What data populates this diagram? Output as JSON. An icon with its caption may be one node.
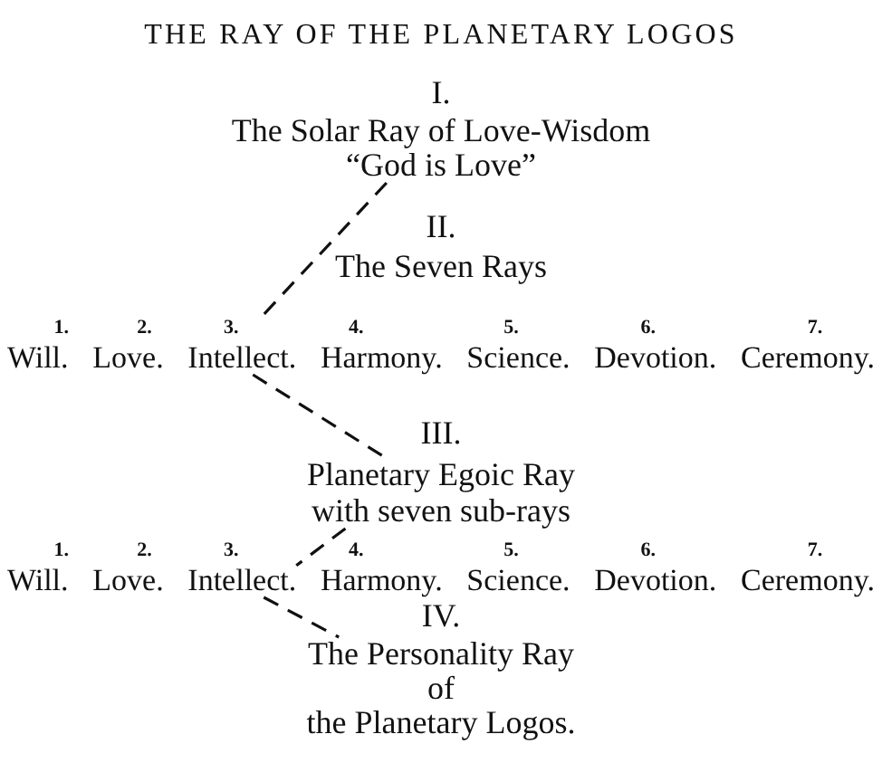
{
  "diagram": {
    "title": "THE RAY OF THE PLANETARY LOGOS",
    "nodes": [
      {
        "text": [
          "The Solar Ray of Love-Wisdom",
          "“God is Love”"
        ],
        "beside": [
          "I."
        ]
      },
      {
        "text": [
          "The Seven Rays"
        ],
        "beside": [
          "II."
        ]
      },
      {
        "text": [
          "1.",
          "Will."
        ]
      },
      {
        "text": [
          "2.",
          "Love."
        ]
      },
      {
        "text": [
          "3.",
          "Intellect."
        ]
      },
      {
        "text": [
          "4.",
          "Harmony."
        ]
      },
      {
        "text": [
          "5.",
          "Science."
        ]
      },
      {
        "text": [
          "6.",
          "Devotion."
        ]
      },
      {
        "text": [
          "7.",
          "Ceremony."
        ]
      },
      {
        "text": [
          "Planetary Egoic Ray with seven sub-rays"
        ],
        "beside": [
          "III."
        ]
      },
      {
        "text": [
          "1.",
          "Will."
        ]
      },
      {
        "text": [
          "2.",
          "Love."
        ]
      },
      {
        "text": [
          "3.",
          "Intellect."
        ]
      },
      {
        "text": [
          "4.",
          "Harmony."
        ]
      },
      {
        "text": [
          "5.",
          "Science."
        ]
      },
      {
        "text": [
          "6.",
          "Devotion."
        ]
      },
      {
        "text": [
          "7.",
          "Ceremony."
        ]
      },
      {
        "text": [
          "The Personality Ray",
          "of",
          "the Planetary Logos."
        ],
        "beside": [
          "IV."
        ]
      }
    ],
    "edges": [
      {
        "from": 0,
        "to": 4,
        "arrow": "none",
        "style": "dashed"
      },
      {
        "from": 4,
        "to": 9,
        "arrow": "none",
        "style": "dashed"
      },
      {
        "from": 9,
        "to": 12,
        "arrow": "none",
        "style": "dashed"
      },
      {
        "from": 12,
        "to": 17,
        "arrow": "none",
        "style": "dashed"
      }
    ]
  }
}
